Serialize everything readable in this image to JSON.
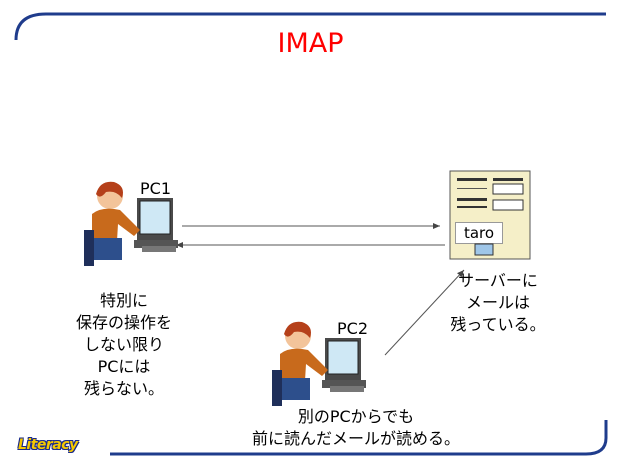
{
  "slide": {
    "title": "IMAP",
    "pc1_label": "PC1",
    "pc2_label": "PC2",
    "server_user_label": "taro",
    "pc1_note_lines": [
      "特別に",
      "保存の操作を",
      "しない限り",
      "PCには",
      "残らない。"
    ],
    "server_note_lines": [
      "サーバーに",
      "メールは",
      "残っている。"
    ],
    "pc2_note_lines": [
      "別のPCからでも",
      "前に読んだメールが読める。"
    ],
    "logo_text": "Literacy"
  },
  "colors": {
    "title": "#ff0000",
    "frame": "#1f3c8c",
    "logo_fill": "#f5c800",
    "logo_outline": "#1a2a8a"
  },
  "icons": [
    "person-at-computer-icon",
    "server-icon",
    "mail-icon"
  ]
}
